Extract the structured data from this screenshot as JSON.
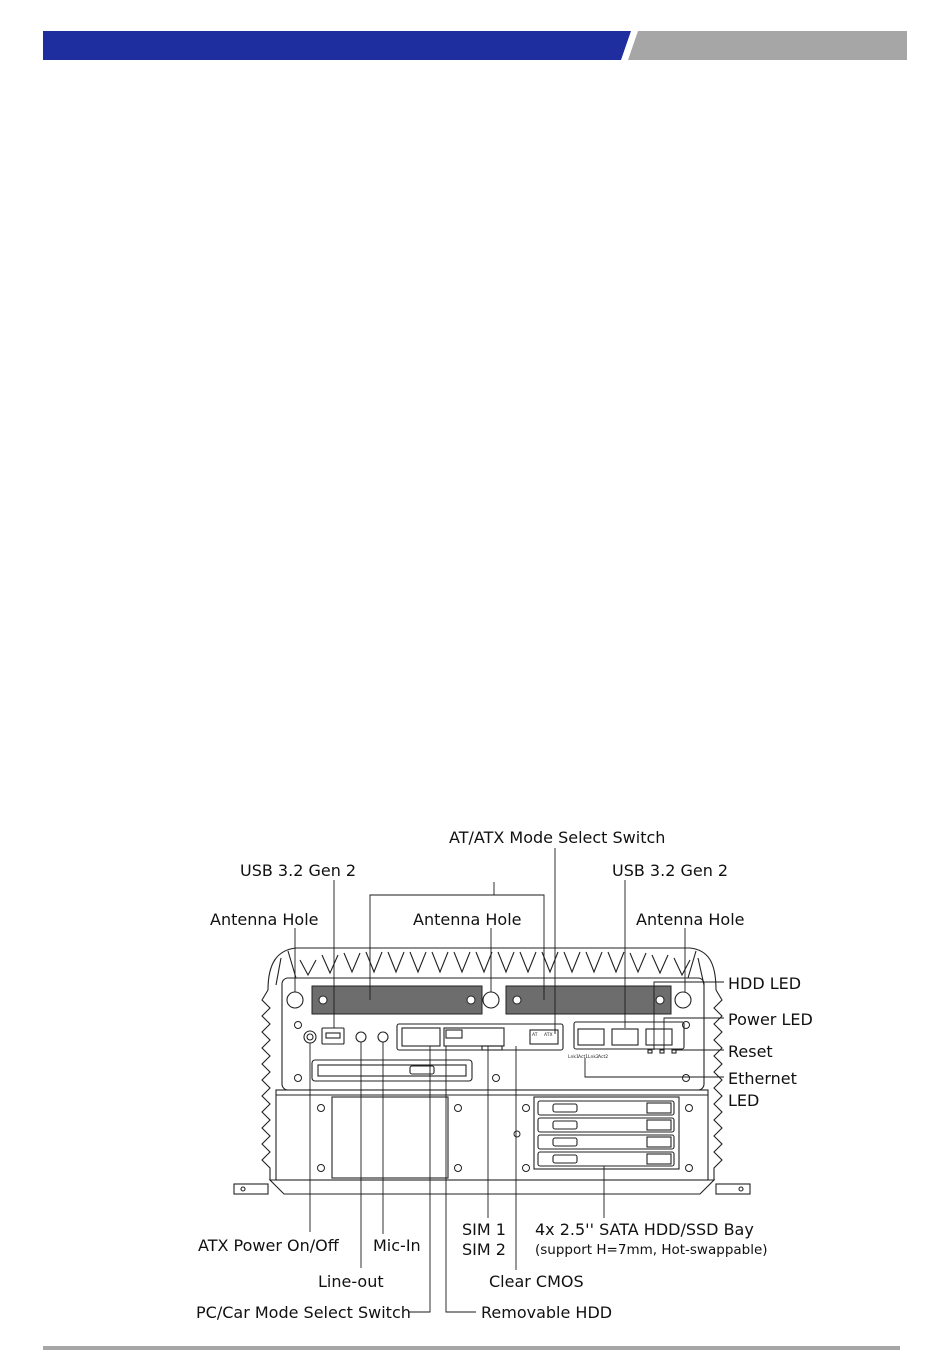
{
  "header": {
    "left_color": "#1f2e9f",
    "right_color": "#a6a6a6"
  },
  "footer": {
    "rule_color": "#a6a6a6"
  },
  "diagram": {
    "labels": {
      "at_atx_switch": "AT/ATX Mode Select Switch",
      "usb_left": "USB 3.2 Gen 2",
      "usb_right": "USB 3.2 Gen 2",
      "antenna_left": "Antenna Hole",
      "antenna_center": "Antenna Hole",
      "antenna_right": "Antenna Hole",
      "hdd_led": "HDD LED",
      "power_led": "Power LED",
      "reset": "Reset",
      "ethernet_led_1": "Ethernet",
      "ethernet_led_2": "LED",
      "atx_power": "ATX Power On/Off",
      "mic_in": "Mic-In",
      "line_out": "Line-out",
      "pc_car_switch": "PC/Car Mode Select Switch",
      "sim1": "SIM 1",
      "sim2": "SIM 2",
      "clear_cmos": "Clear CMOS",
      "removable_hdd": "Removable HDD",
      "sata_bay": "4x 2.5'' SATA HDD/SSD Bay",
      "sata_bay_note": "(support H=7mm, Hot-swappable)"
    },
    "panel_marks": {
      "lan_leds": [
        "Lnk1",
        "Act1",
        "Lnk2",
        "Act2"
      ],
      "at": "AT",
      "atx": "ATX"
    }
  }
}
